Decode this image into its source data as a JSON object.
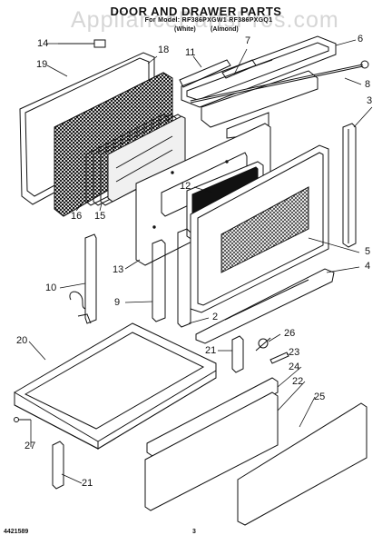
{
  "header": {
    "title": "DOOR AND DRAWER PARTS",
    "subtitle": "For Model: RF386PXGW1 RF386PXGQ1",
    "variant_white": "(White)",
    "variant_almond": "(Almond)",
    "watermark": "AppliancePartsPros.com"
  },
  "callouts": {
    "c1": "14",
    "c2": "18",
    "c3": "19",
    "c4": "11",
    "c5": "7",
    "c6": "6",
    "c7": "8",
    "c8": "3",
    "c9": "12",
    "c10": "16",
    "c11": "15",
    "c12": "13",
    "c13": "5",
    "c14": "4",
    "c15": "10",
    "c16": "9",
    "c17": "2",
    "c18": "20",
    "c19": "26",
    "c20": "21",
    "c21": "23",
    "c22": "24",
    "c23": "22",
    "c24": "25",
    "c25": "27",
    "c26": "21"
  },
  "footer": {
    "doc_number": "4421589",
    "page_number": "3"
  }
}
